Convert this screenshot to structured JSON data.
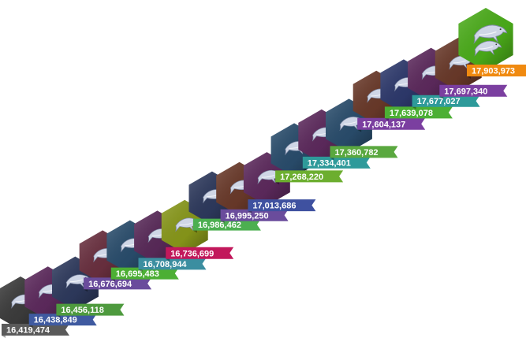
{
  "chart_data": {
    "type": "bar",
    "title": "",
    "xlabel": "",
    "ylabel": "",
    "icon": "dolphin-icon",
    "values": [
      16419474,
      16438849,
      16456118,
      16676694,
      16695483,
      16708944,
      16736699,
      16986462,
      16995250,
      17013686,
      17268220,
      17334401,
      17360782,
      17604137,
      17639078,
      17677027,
      17697340,
      17903973
    ],
    "labels": [
      "16,419,474",
      "16,438,849",
      "16,456,118",
      "16,676,694",
      "16,695,483",
      "16,708,944",
      "16,736,699",
      "16,986,462",
      "16,995,250",
      "17,013,686",
      "17,268,220",
      "17,334,401",
      "17,360,782",
      "17,604,137",
      "17,639,078",
      "17,677,027",
      "17,697,340",
      "17,903,973"
    ],
    "colors": [
      "#5a5a5a",
      "#3f5aa0",
      "#4e9a3e",
      "#6a4c9c",
      "#4caf34",
      "#3b8ea0",
      "#c2185b",
      "#4caf50",
      "#6a4c9c",
      "#3f51a0",
      "#6cae2f",
      "#2e9a9a",
      "#5aa83f",
      "#7b3fa0",
      "#4caf34",
      "#2e9a9a",
      "#7b3fa0",
      "#f08a10"
    ],
    "hex_colors": [
      "#3d3d3d",
      "#5e2a5e",
      "#2e3a5e",
      "#6b3040",
      "#2a4e6e",
      "#5a2a5a",
      "#8a9a1a",
      "#2e3a5e",
      "#6b3a2a",
      "#5e2a5e",
      "#2a4e6e",
      "#5e2a5e",
      "#2a4e6e",
      "#6b3a2a",
      "#2e3a6e",
      "#5e2a5e",
      "#6b3a2a",
      "#4caf1a"
    ]
  }
}
